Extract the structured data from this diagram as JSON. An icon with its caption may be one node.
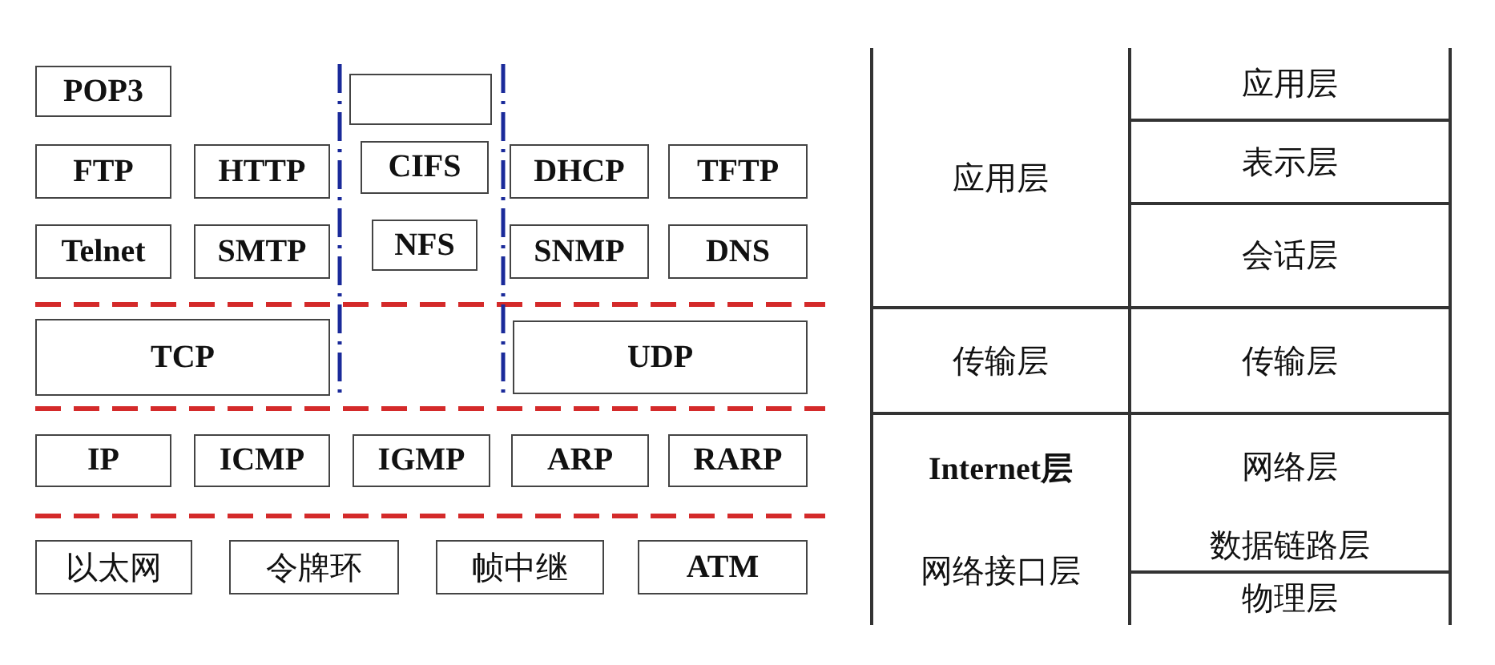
{
  "diagram": {
    "nodes": [
      {
        "text": [
          "POP3"
        ]
      },
      {
        "text": [],
        "shape": "box"
      },
      {
        "text": [
          "FTP"
        ]
      },
      {
        "text": [
          "HTTP"
        ]
      },
      {
        "text": [
          "CIFS"
        ]
      },
      {
        "text": [
          "DHCP"
        ]
      },
      {
        "text": [
          "TFTP"
        ]
      },
      {
        "text": [
          "Telnet"
        ]
      },
      {
        "text": [
          "SMTP"
        ]
      },
      {
        "text": [
          "NFS"
        ]
      },
      {
        "text": [
          "SNMP"
        ]
      },
      {
        "text": [
          "DNS"
        ]
      },
      {
        "text": [
          "TCP"
        ]
      },
      {
        "text": [
          "UDP"
        ]
      },
      {
        "text": [
          "IP"
        ]
      },
      {
        "text": [
          "ICMP"
        ]
      },
      {
        "text": [
          "IGMP"
        ]
      },
      {
        "text": [
          "ARP"
        ]
      },
      {
        "text": [
          "RARP"
        ]
      },
      {
        "text": [
          "以太网"
        ]
      },
      {
        "text": [
          "令牌环"
        ]
      },
      {
        "text": [
          "帧中继"
        ]
      },
      {
        "text": [
          "ATM"
        ]
      }
    ],
    "labels": [
      "应用层",
      "应用层",
      "表示层",
      "会话层",
      "传输层",
      "传输层",
      "Internet层",
      "网络层",
      "网络接口层",
      "数据链路层",
      "物理层"
    ]
  }
}
